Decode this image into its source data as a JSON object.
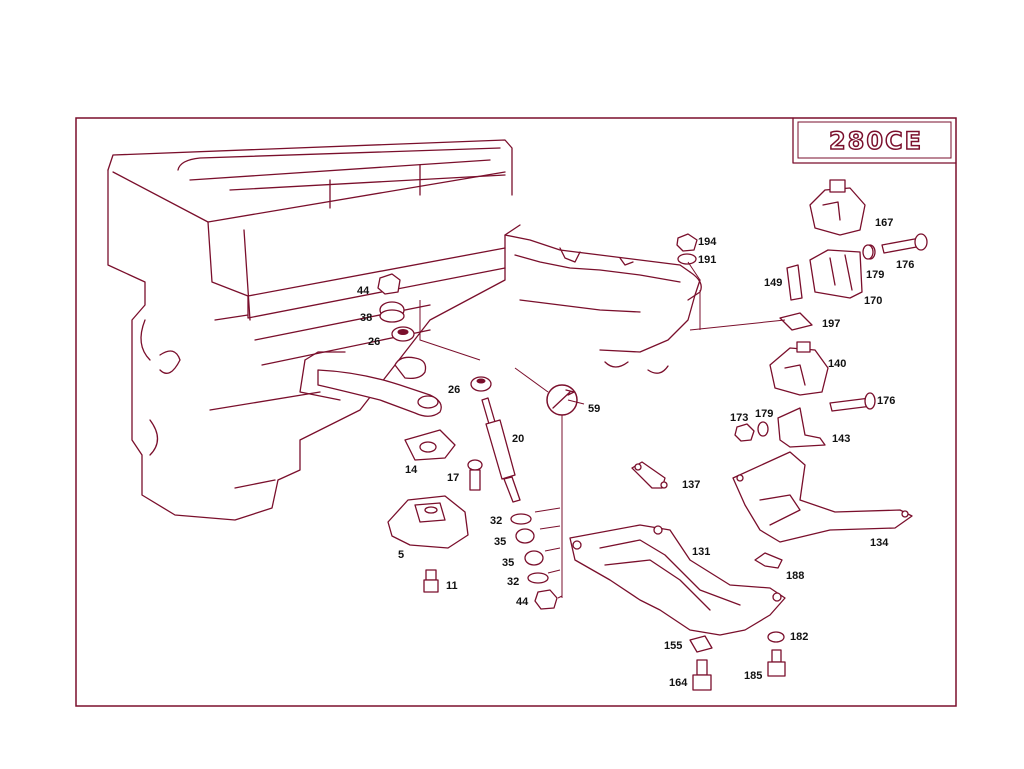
{
  "model_badge": "280CE",
  "callouts": {
    "c5": "5",
    "c11": "11",
    "c14": "14",
    "c17": "17",
    "c20": "20",
    "c26a": "26",
    "c26b": "26",
    "c32a": "32",
    "c32b": "32",
    "c35a": "35",
    "c35b": "35",
    "c38": "38",
    "c44a": "44",
    "c44b": "44",
    "c59": "59",
    "c131": "131",
    "c134": "134",
    "c137": "137",
    "c140": "140",
    "c143": "143",
    "c149": "149",
    "c155": "155",
    "c164": "164",
    "c167": "167",
    "c170": "170",
    "c173": "173",
    "c176a": "176",
    "c176b": "176",
    "c179a": "179",
    "c179b": "179",
    "c182": "182",
    "c185": "185",
    "c188": "188",
    "c191": "191",
    "c194": "194",
    "c197": "197"
  }
}
